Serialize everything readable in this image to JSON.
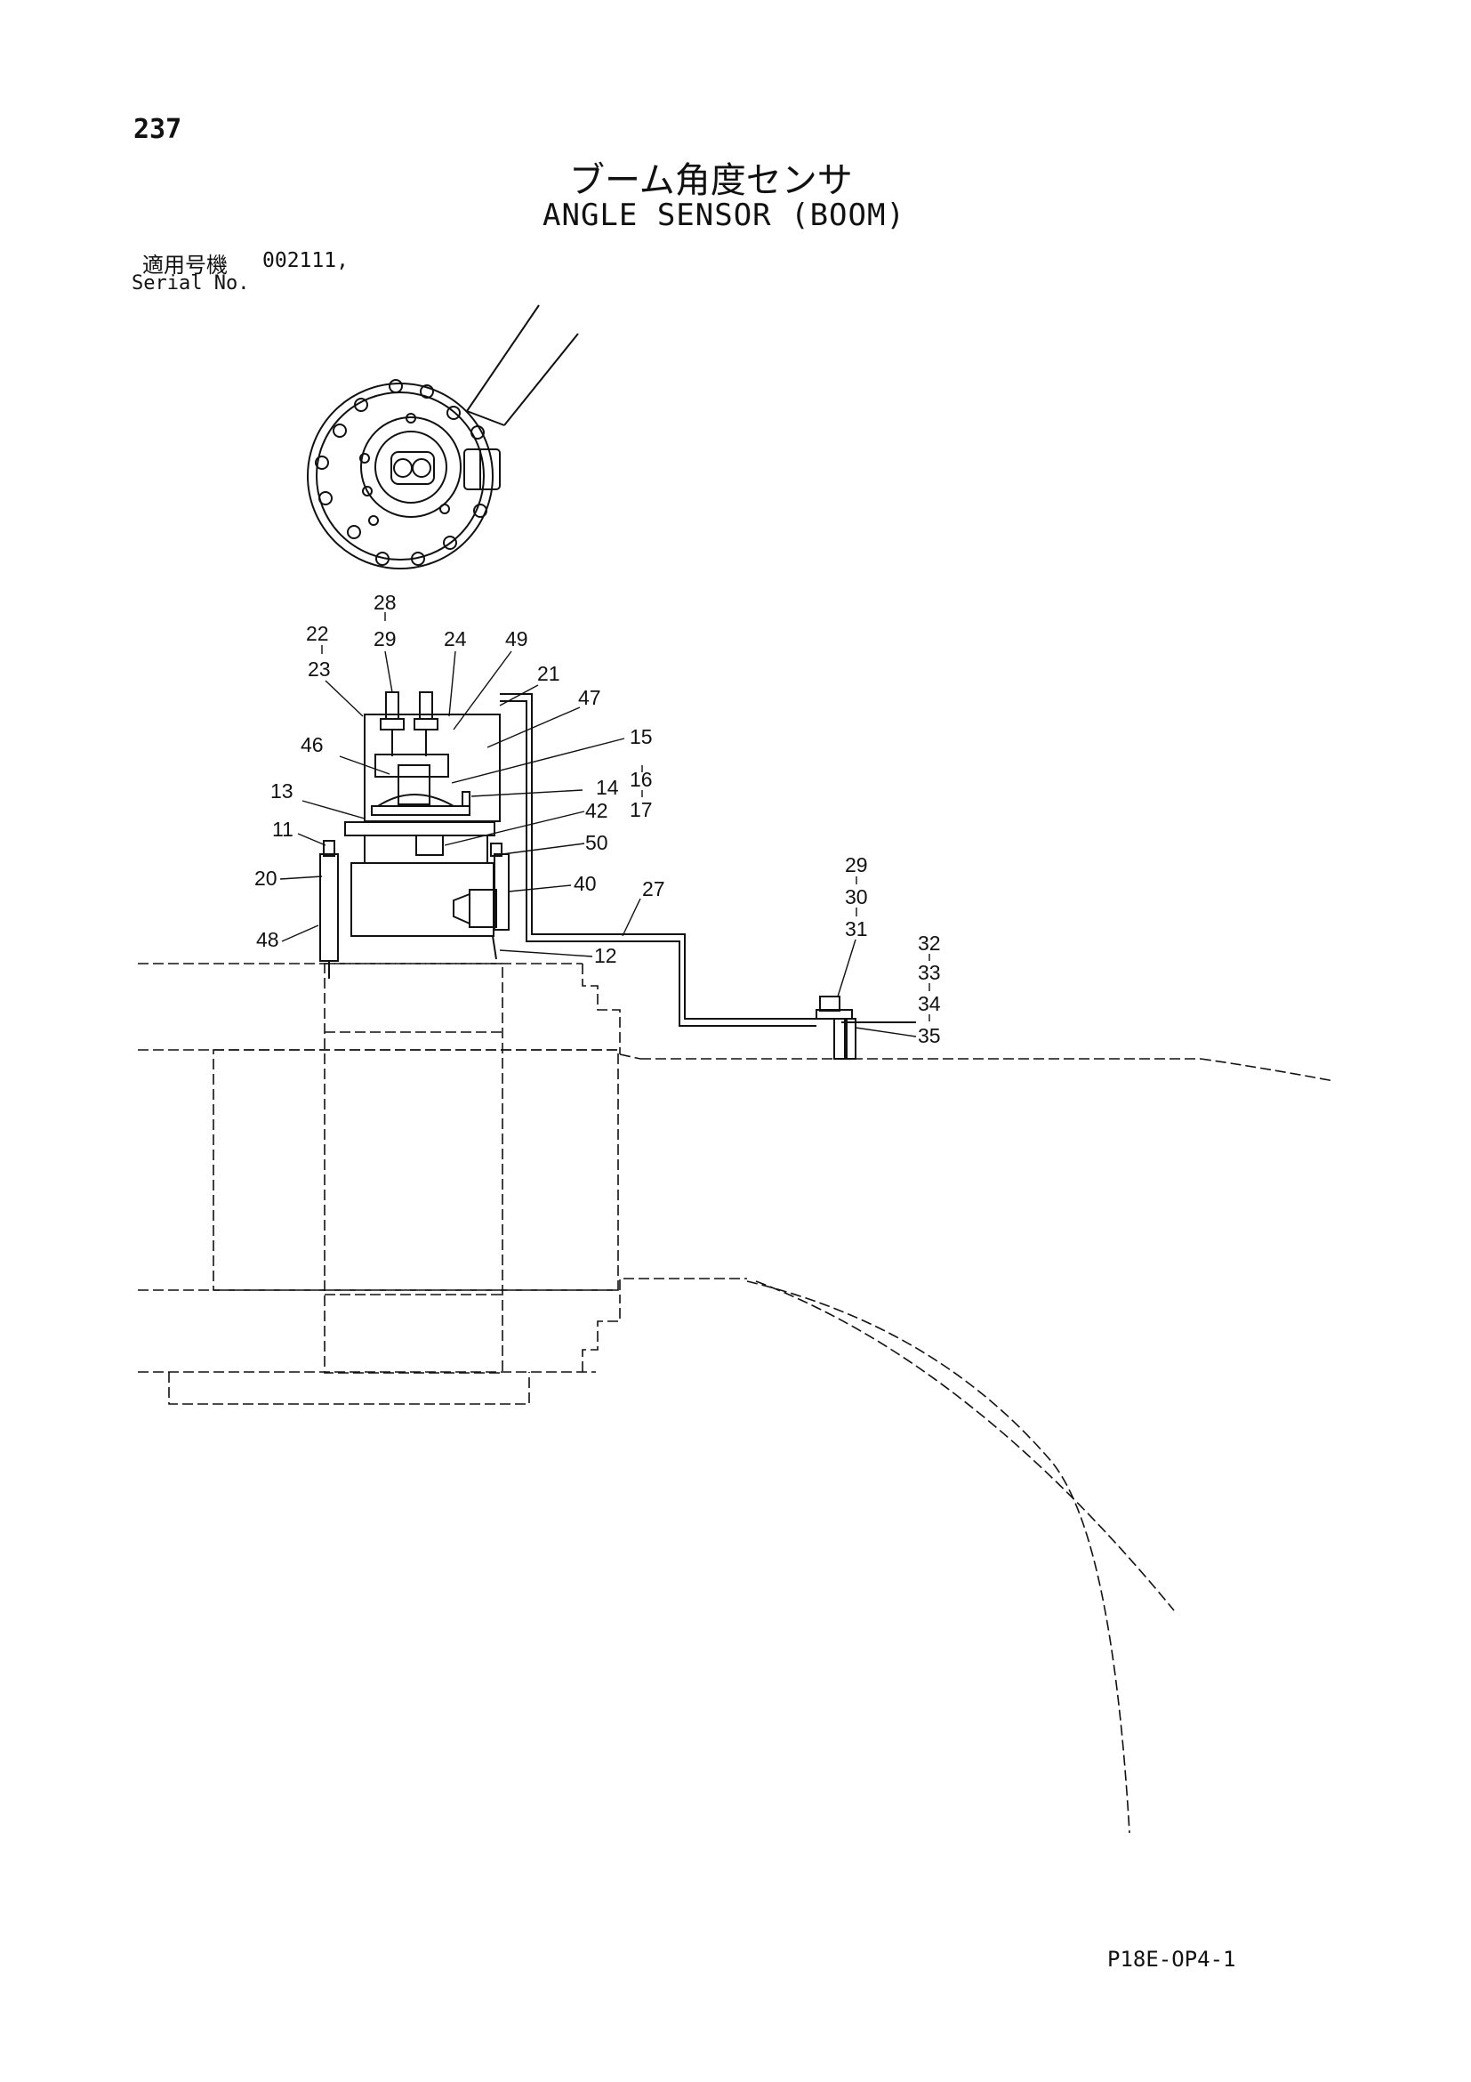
{
  "page": {
    "number": "237",
    "title_jp": "ブーム角度センサ",
    "title_en": "ANGLE SENSOR (BOOM)",
    "serial_label_jp": "適用号機",
    "serial_label_en": "Serial No.",
    "serial_value": "002111,",
    "drawing_code": "P18E-OP4-1"
  },
  "callouts": [
    {
      "id": "c28",
      "label": "28"
    },
    {
      "id": "c22",
      "label": "22"
    },
    {
      "id": "c29a",
      "label": "29"
    },
    {
      "id": "c24",
      "label": "24"
    },
    {
      "id": "c49",
      "label": "49"
    },
    {
      "id": "c23",
      "label": "23"
    },
    {
      "id": "c21",
      "label": "21"
    },
    {
      "id": "c47",
      "label": "47"
    },
    {
      "id": "c46",
      "label": "46"
    },
    {
      "id": "c15",
      "label": "15"
    },
    {
      "id": "c16",
      "label": "16"
    },
    {
      "id": "c17",
      "label": "17"
    },
    {
      "id": "c13",
      "label": "13"
    },
    {
      "id": "c14",
      "label": "14"
    },
    {
      "id": "c42",
      "label": "42"
    },
    {
      "id": "c11",
      "label": "11"
    },
    {
      "id": "c50",
      "label": "50"
    },
    {
      "id": "c20",
      "label": "20"
    },
    {
      "id": "c40",
      "label": "40"
    },
    {
      "id": "c27",
      "label": "27"
    },
    {
      "id": "c48",
      "label": "48"
    },
    {
      "id": "c12",
      "label": "12"
    },
    {
      "id": "c29b",
      "label": "29"
    },
    {
      "id": "c30",
      "label": "30"
    },
    {
      "id": "c31",
      "label": "31"
    },
    {
      "id": "c32",
      "label": "32"
    },
    {
      "id": "c33",
      "label": "33"
    },
    {
      "id": "c34",
      "label": "34"
    },
    {
      "id": "c35",
      "label": "35"
    }
  ]
}
